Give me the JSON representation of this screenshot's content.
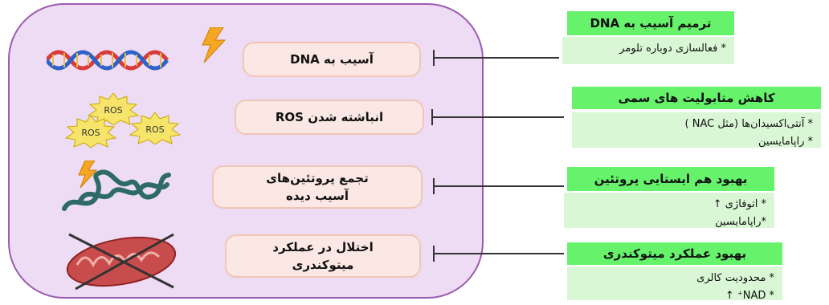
{
  "damages": {
    "dna": "آسیب به DNA",
    "ros": "انباشته شدن ROS",
    "protein_l1": "تجمع پروتئین‌های",
    "protein_l2": "آسیب دیده",
    "mito_l1": "اختلال در عملکرد",
    "mito_l2": "میتوکندری"
  },
  "interventions": {
    "dna": {
      "title": "ترمیم آسیب به DNA",
      "items": [
        "* فعالسازی دوباره تلومر"
      ]
    },
    "ros": {
      "title": "کاهش متابولیت های سمی",
      "items": [
        "* آنتی‌اکسیدان‌ها (مثل NAC )",
        "* راپامایسین"
      ]
    },
    "protein": {
      "title": "بهبود هم ایستایی پروتئین",
      "items": [
        "* اتوفاژی ↑",
        "*راپامایسین"
      ]
    },
    "mito": {
      "title": "بهبود عملکرد میتوکندری",
      "items": [
        "* محدودیت کالری",
        "* NAD⁺ ↑"
      ]
    }
  },
  "icons": {
    "ros_label": "ROS"
  },
  "colors": {
    "cell_fill": "#eddcf3",
    "cell_border": "#9c5bb0",
    "damage_box": "#fbe8e4",
    "intervention_header": "#66f26b",
    "intervention_body": "#d9f7d5"
  }
}
